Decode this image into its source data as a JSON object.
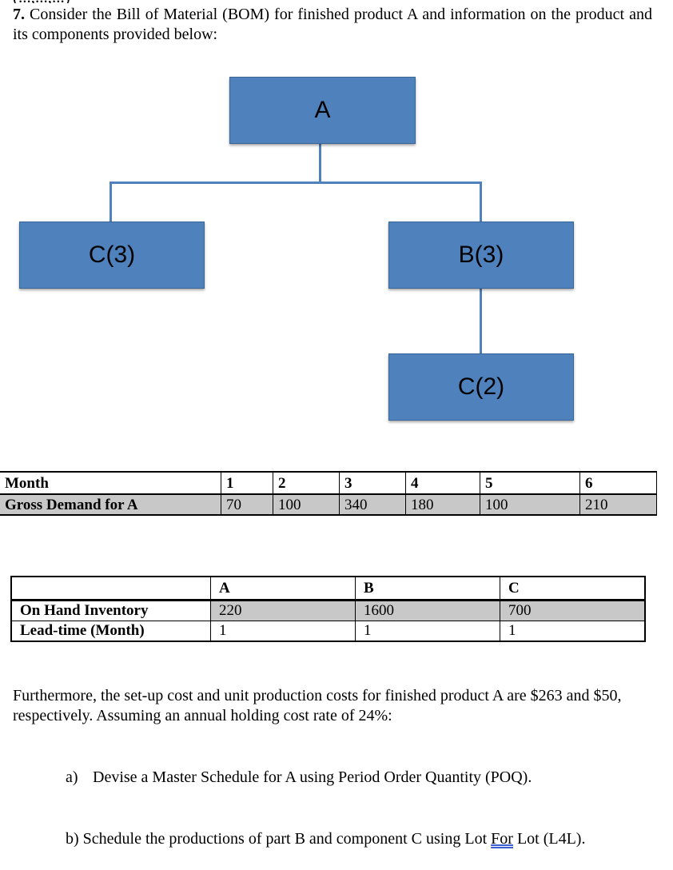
{
  "question": {
    "cut_text": "(...,...,...)",
    "number": "7.",
    "text": "Consider the Bill of Material (BOM) for finished product A and information on the product and its components provided below:"
  },
  "bom": {
    "root": "A",
    "level1_left": "C(3)",
    "level1_right": "B(3)",
    "level2": "C(2)",
    "colors": {
      "box": "#4f81bd",
      "line": "#4f81bd"
    }
  },
  "demand_table": {
    "row1_label": "Month",
    "months": [
      "1",
      "2",
      "3",
      "4",
      "5",
      "6"
    ],
    "row2_label": "Gross Demand for A",
    "demand": [
      "70",
      "100",
      "340",
      "180",
      "100",
      "210"
    ]
  },
  "inventory_table": {
    "headers": [
      "A",
      "B",
      "C"
    ],
    "on_hand_label": "On Hand Inventory",
    "on_hand": [
      "220",
      "1600",
      "700"
    ],
    "lead_time_label": "Lead-time (Month)",
    "lead_time": [
      "1",
      "1",
      "1"
    ]
  },
  "paragraph": "Furthermore, the set-up cost and unit production costs for finished product A are $263 and $50, respectively.  Assuming an annual holding cost rate of 24%:",
  "part_a": {
    "marker": "a)",
    "text": "Devise a Master Schedule for A using Period Order Quantity (POQ)."
  },
  "part_b": {
    "pre": "b) Schedule the productions of part B and component C using Lot ",
    "underlined": "For",
    "post": " Lot (L4L)."
  }
}
